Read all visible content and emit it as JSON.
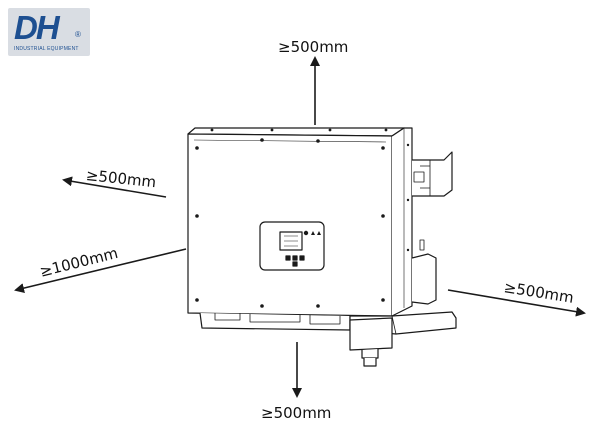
{
  "logo": {
    "mark": "DH",
    "registered": "®",
    "subtitle": "INDUSTRIAL EQUIPMENT"
  },
  "clearances": {
    "top": "≥500mm",
    "left": "≥500mm",
    "left_far": "≥1000mm",
    "right": "≥500mm",
    "bottom": "≥500mm"
  },
  "colors": {
    "line": "#1a1a1a",
    "logo_blue": "#1d4f91",
    "logo_bg": "#d9dde3"
  }
}
